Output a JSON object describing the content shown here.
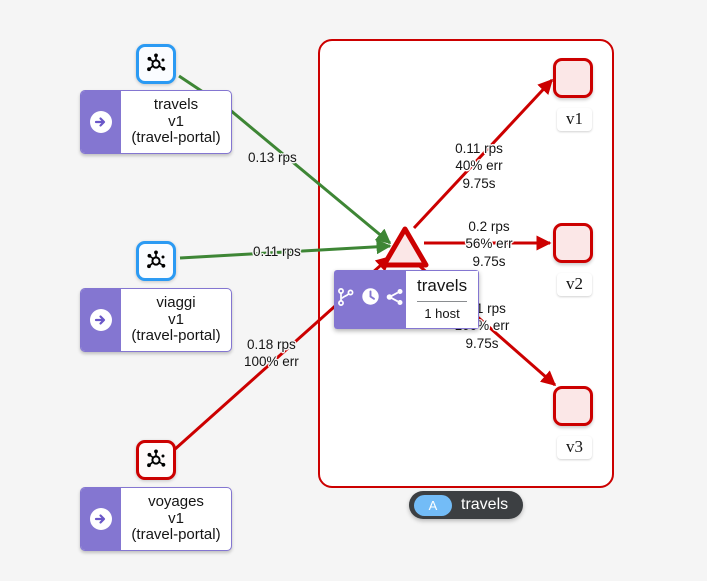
{
  "graph": {
    "title": "travels",
    "group": {
      "name": "travels",
      "health": "error",
      "border_color": "#cc0000"
    }
  },
  "workloads": [
    {
      "name": "travels",
      "version": "v1",
      "namespace": "(travel-portal)",
      "icon": "service-topology-icon",
      "icon_status": "healthy",
      "badge_icon": "arrow-right-circle-icon"
    },
    {
      "name": "viaggi",
      "version": "v1",
      "namespace": "(travel-portal)",
      "icon": "service-topology-icon",
      "icon_status": "healthy",
      "badge_icon": "arrow-right-circle-icon"
    },
    {
      "name": "voyages",
      "version": "v1",
      "namespace": "(travel-portal)",
      "icon": "service-topology-icon",
      "icon_status": "error",
      "badge_icon": "arrow-right-circle-icon"
    }
  ],
  "service_node": {
    "shape": "triangle",
    "label": "travels",
    "status": "error"
  },
  "versions": [
    {
      "label": "v1",
      "status": "error"
    },
    {
      "label": "v2",
      "status": "error"
    },
    {
      "label": "v3",
      "status": "error"
    }
  ],
  "edges": [
    {
      "source": "travels v1",
      "target": "travels service",
      "color": "#3e8635",
      "status": "healthy",
      "rps": "0.13 rps",
      "err": "",
      "latency": ""
    },
    {
      "source": "viaggi v1",
      "target": "travels service",
      "color": "#3e8635",
      "status": "healthy",
      "rps": "0.11 rps",
      "err": "",
      "latency": ""
    },
    {
      "source": "voyages v1",
      "target": "travels service",
      "color": "#cc0000",
      "status": "error",
      "rps": "0.18 rps",
      "err": "100% err",
      "latency": ""
    },
    {
      "source": "travels service",
      "target": "v1",
      "color": "#cc0000",
      "status": "error",
      "rps": "0.11 rps",
      "err": "40% err",
      "latency": "9.75s"
    },
    {
      "source": "travels service",
      "target": "v2",
      "color": "#cc0000",
      "status": "error",
      "rps": "0.2 rps",
      "err": "56% err",
      "latency": "9.75s"
    },
    {
      "source": "travels service",
      "target": "v3",
      "color": "#cc0000",
      "status": "error",
      "rps": "0.11 rps",
      "err": "100% err",
      "latency": "9.75s"
    }
  ],
  "tooltip": {
    "title": "travels",
    "subtitle": "1 host",
    "icons": [
      "git-branch-icon",
      "clock-icon",
      "share-nodes-icon"
    ]
  },
  "legend": {
    "pill_text": "A",
    "label": "travels",
    "pill_color": "#73bcf7",
    "background": "#3c3f42"
  }
}
